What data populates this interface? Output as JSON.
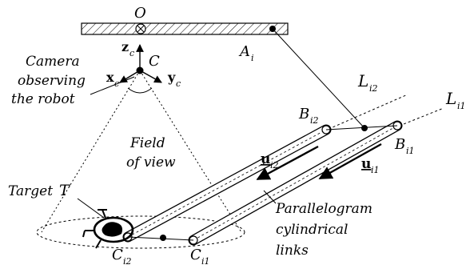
{
  "labels": {
    "origin": "O",
    "anchor_A": "A",
    "anchor_A_sub": "i",
    "camera_center": "C",
    "axis_z": "z",
    "axis_x": "x",
    "axis_y": "y",
    "axis_sub": "c",
    "camera_text": [
      "Camera",
      "observing",
      "the robot"
    ],
    "fov_text": [
      "Field",
      "of view"
    ],
    "target_text": "Target",
    "target_symbol": "T",
    "line_L2": "L",
    "line_L2_sub": "i2",
    "line_L1": "L",
    "line_L1_sub": "i1",
    "point_B2": "B",
    "point_B2_sub": "i2",
    "point_B1": "B",
    "point_B1_sub": "i1",
    "vec_u2": "u",
    "vec_u2_sub": "i2",
    "vec_u1": "u",
    "vec_u1_sub": "i1",
    "point_C2": "C",
    "point_C2_sub": "i2",
    "point_C1": "C",
    "point_C1_sub": "i1",
    "parallelogram_text": [
      "Parallelogram",
      "cylindrical",
      "links"
    ]
  }
}
